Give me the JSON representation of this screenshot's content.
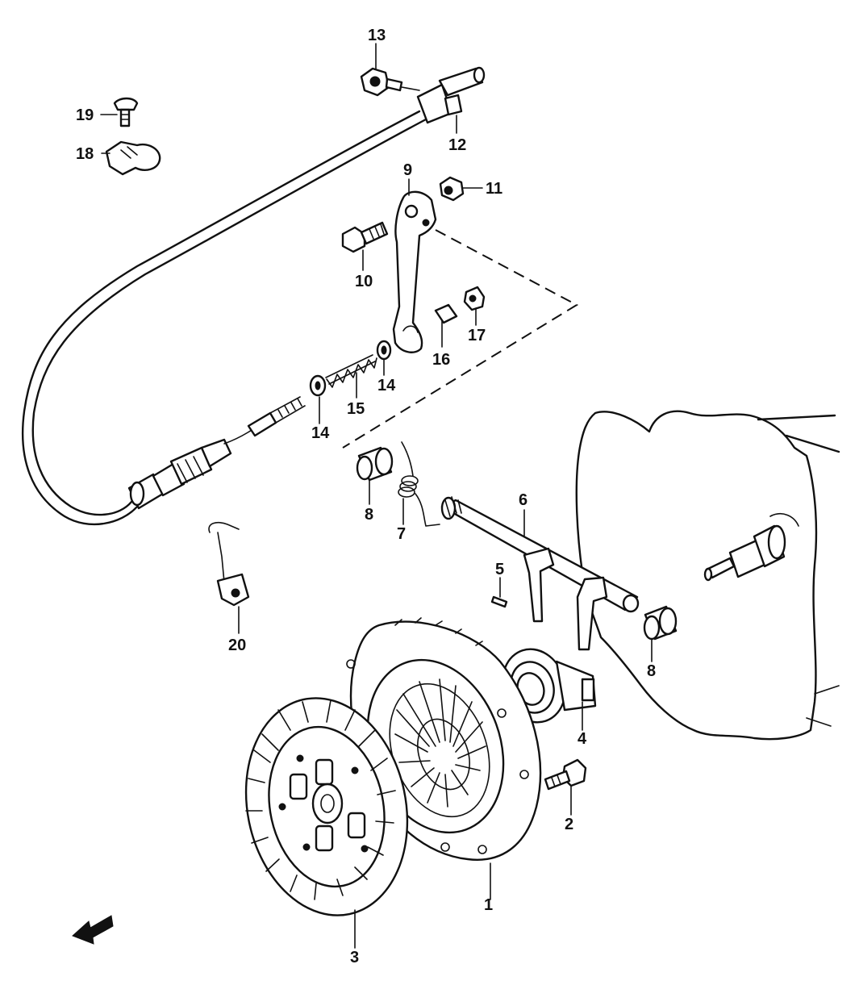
{
  "callouts": {
    "c1": "1",
    "c2": "2",
    "c3": "3",
    "c4": "4",
    "c5": "5",
    "c6": "6",
    "c7": "7",
    "c8a": "8",
    "c8b": "8",
    "c9": "9",
    "c10": "10",
    "c11": "11",
    "c12": "12",
    "c13": "13",
    "c14a": "14",
    "c14b": "14",
    "c15": "15",
    "c16": "16",
    "c17": "17",
    "c18": "18",
    "c19": "19",
    "c20": "20"
  }
}
